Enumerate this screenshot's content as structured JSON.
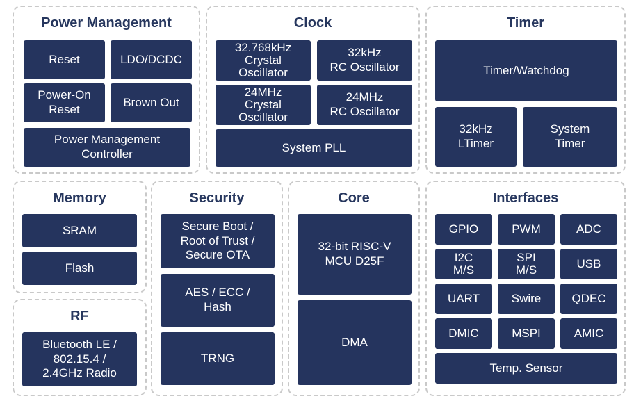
{
  "power_management": {
    "title": "Power Management",
    "reset": "Reset",
    "ldo_dcdc": "LDO/DCDC",
    "power_on_reset": "Power-On\nReset",
    "brown_out": "Brown Out",
    "pm_controller": "Power Management\nController"
  },
  "clock": {
    "title": "Clock",
    "crystal_32k": "32.768kHz\nCrystal\nOscillator",
    "rc_32k": "32kHz\nRC Oscillator",
    "crystal_24m": "24MHz\nCrystal\nOscillator",
    "rc_24m": "24MHz\nRC Oscillator",
    "pll": "System PLL"
  },
  "timer": {
    "title": "Timer",
    "watchdog": "Timer/Watchdog",
    "ltimer": "32kHz\nLTimer",
    "system_timer": "System\nTimer"
  },
  "memory": {
    "title": "Memory",
    "sram": "SRAM",
    "flash": "Flash"
  },
  "rf": {
    "title": "RF",
    "radio": "Bluetooth LE /\n802.15.4 /\n2.4GHz Radio"
  },
  "security": {
    "title": "Security",
    "secure_boot": "Secure Boot /\nRoot of Trust /\nSecure OTA",
    "aes": "AES / ECC /\nHash",
    "trng": "TRNG"
  },
  "core": {
    "title": "Core",
    "mcu": "32-bit RISC-V\nMCU D25F",
    "dma": "DMA"
  },
  "interfaces": {
    "title": "Interfaces",
    "gpio": "GPIO",
    "pwm": "PWM",
    "adc": "ADC",
    "i2c": "I2C\nM/S",
    "spi": "SPI\nM/S",
    "usb": "USB",
    "uart": "UART",
    "swire": "Swire",
    "qdec": "QDEC",
    "dmic": "DMIC",
    "mspi": "MSPI",
    "amic": "AMIC",
    "temp_sensor": "Temp. Sensor"
  }
}
